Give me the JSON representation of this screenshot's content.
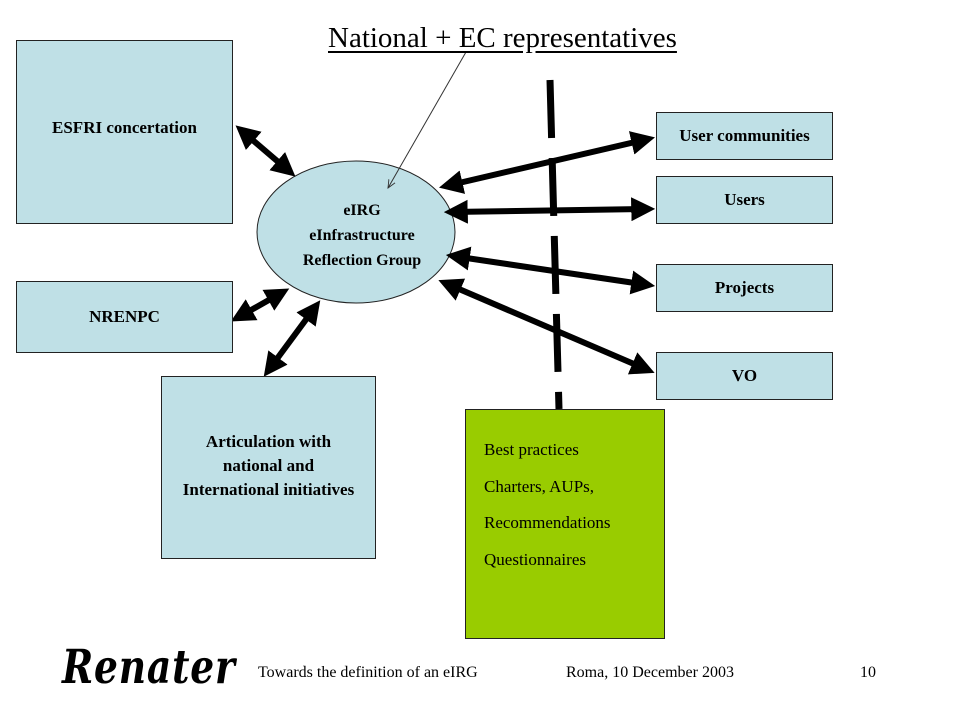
{
  "title": "National + EC representatives",
  "center": {
    "lines": [
      "eIRG",
      "eInfrastructure",
      "Reflection Group"
    ]
  },
  "left_boxes": {
    "esfri": "ESFRI concertation",
    "nrenpc": "NRENPC",
    "articulation": [
      "Articulation with",
      "national and",
      "International initiatives"
    ]
  },
  "right_boxes": {
    "user_communities": "User communities",
    "users": "Users",
    "projects": "Projects",
    "vo": "VO"
  },
  "outputs": {
    "items": [
      "Best practices",
      "Charters, AUPs,",
      "Recommendations",
      "Questionnaires"
    ]
  },
  "footer": {
    "logo": "Renater",
    "title": "Towards the definition of an eIRG",
    "date": "Roma, 10 December 2003",
    "page": "10"
  },
  "colors": {
    "box_fill": "#bfe0e6",
    "output_fill": "#99cc00"
  }
}
